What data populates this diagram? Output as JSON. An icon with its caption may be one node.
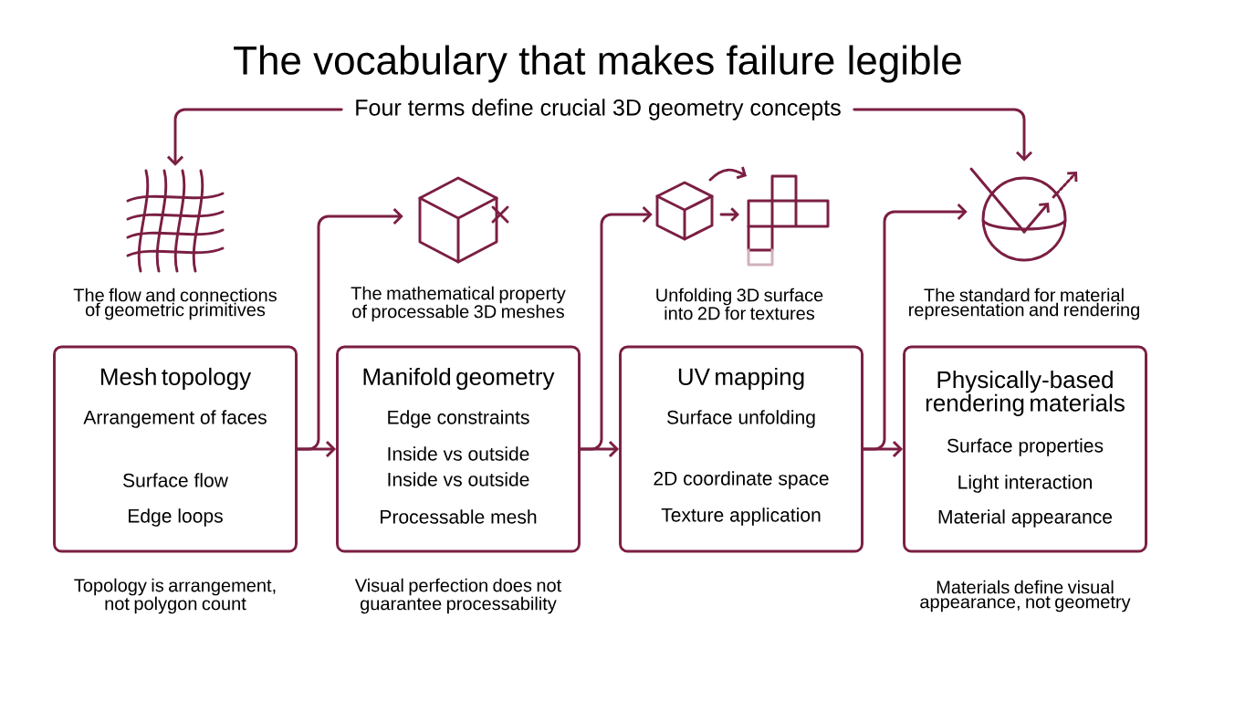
{
  "diagram": {
    "title": "The vocabulary that makes failure legible",
    "nodes": [
      {
        "text": [
          "Four terms define crucial 3D geometry concepts"
        ]
      },
      {
        "text": [],
        "shape": "picture",
        "beside": [
          "The flow and connections of geometric primitives"
        ]
      },
      {
        "text": [
          "Mesh topology",
          "Arrangement of faces",
          "Surface flow",
          "Edge loops"
        ],
        "beside": [
          "Topology is arrangement, not polygon count"
        ]
      },
      {
        "text": [],
        "shape": "picture",
        "beside": [
          "The mathematical property of processable 3D meshes"
        ]
      },
      {
        "text": [
          "Manifold geometry",
          "Edge constraints",
          "Inside vs outside",
          "Inside vs outside",
          "Processable mesh"
        ],
        "beside": [
          "Visual perfection does not guarantee processability"
        ]
      },
      {
        "text": [],
        "shape": "picture",
        "beside": [
          "Unfolding 3D surface into 2D for textures"
        ]
      },
      {
        "text": [
          "UV mapping",
          "Surface unfolding",
          "2D coordinate space",
          "Texture application"
        ]
      },
      {
        "text": [],
        "shape": "picture",
        "beside": [
          "The standard for material representation and rendering"
        ]
      },
      {
        "text": [
          "Physically-based rendering materials",
          "Surface properties",
          "Light interaction",
          "Material appearance"
        ],
        "beside": [
          "Materials define visual appearance, not geometry"
        ]
      }
    ],
    "edges": [
      {
        "from": 0,
        "to": 1,
        "arrow": "to"
      },
      {
        "from": 0,
        "to": 7,
        "arrow": "to"
      },
      {
        "from": 2,
        "to": 4,
        "arrow": "to"
      },
      {
        "from": 2,
        "to": 3,
        "arrow": "to"
      },
      {
        "from": 4,
        "to": 6,
        "arrow": "to"
      },
      {
        "from": 4,
        "to": 5,
        "arrow": "to"
      },
      {
        "from": 6,
        "to": 8,
        "arrow": "to"
      },
      {
        "from": 6,
        "to": 7,
        "arrow": "to"
      }
    ]
  }
}
